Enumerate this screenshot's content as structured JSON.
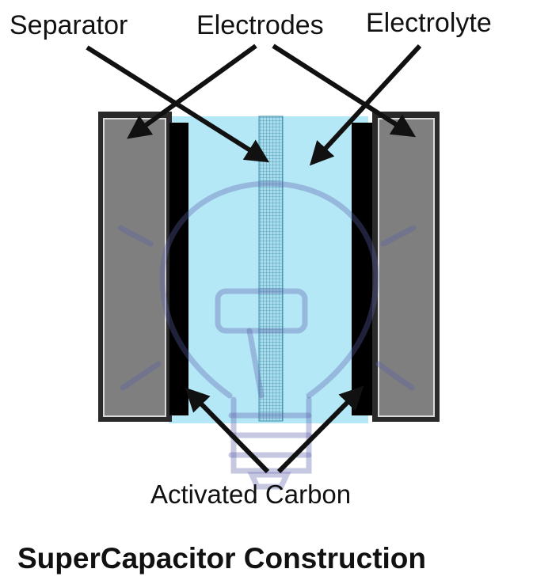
{
  "diagram": {
    "labels": {
      "separator": "Separator",
      "electrodes": "Electrodes",
      "electrolyte": "Electrolyte",
      "activated_carbon": "Activated Carbon"
    },
    "caption": "SuperCapacitor Construction"
  },
  "colors": {
    "electrolyte": "#b5e8f7",
    "electrode_plate": "#7f7f7f",
    "electrode_frame": "#2a2a2a",
    "carbon": "#000000",
    "separator": "#9fd3e6",
    "arrow": "#111111",
    "watermark": "#5b5fa8"
  },
  "icons": {
    "watermark": "lightbulb-watermark-icon"
  }
}
